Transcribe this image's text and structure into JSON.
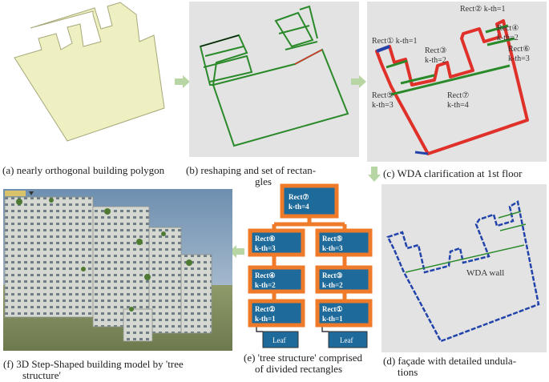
{
  "captions": {
    "a": "(a) nearly orthogonal building polygon",
    "b_line1": "(b) reshaping and set of rectan-",
    "b_line2": "gles",
    "c": "(c) WDA clarification at 1st floor",
    "d_line1": "(d) façade with detailed undula-",
    "d_line2": "tions",
    "e_line1": "(e) 'tree structure' comprised",
    "e_line2": "of divided rectangles",
    "f_line1": "(f) 3D Step-Shaped building model by 'tree",
    "f_line2": "structure'"
  },
  "panel_c_labels": {
    "r2": "Rect② k-th=1",
    "r1a": "Rect① k-th=1",
    "r4a": "Rect④",
    "r4b": "k-th=2",
    "r3a": "Rect③",
    "r3b": "k-th=2",
    "r6a": "Rect⑥",
    "r6b": "k-th=3",
    "r5a": "Rect⑤",
    "r5b": "k-th=3",
    "r7a": "Rect⑦",
    "r7b": "k-th=4"
  },
  "panel_d_label": "WDA wall",
  "tree": {
    "root": {
      "name": "Rect⑦",
      "k": "k-th=4"
    },
    "left": [
      {
        "name": "Rect⑥",
        "k": "k-th=3"
      },
      {
        "name": "Rect④",
        "k": "k-th=2"
      },
      {
        "name": "Rect②",
        "k": "k-th=1"
      }
    ],
    "right": [
      {
        "name": "Rect⑤",
        "k": "k-th=3"
      },
      {
        "name": "Rect③",
        "k": "k-th=2"
      },
      {
        "name": "Rect①",
        "k": "k-th=1"
      }
    ],
    "leaf_label": "Leaf"
  },
  "colors": {
    "polygon_fill": "#eef0c2",
    "panel_gray": "#e3e3e3",
    "green_line": "#2a8a2a",
    "red_line": "#e0302a",
    "blue_line": "#2244aa",
    "node_orange": "#ef7b2a",
    "node_blue": "#1e6a9a",
    "arrow_green": "#b7d6a3"
  }
}
